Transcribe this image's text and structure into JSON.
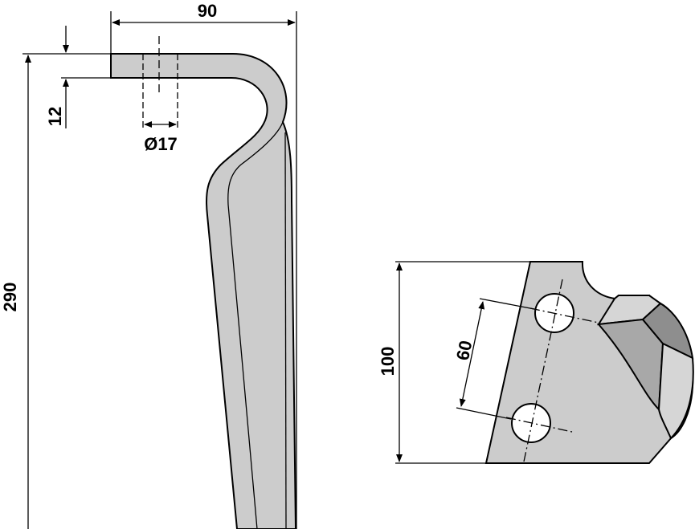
{
  "colors": {
    "steel": "#cccccc",
    "facet_mid": "#a8a8a8",
    "facet_dark": "#8e8e8e",
    "facet_light": "#d6d6d6",
    "line": "#000000"
  },
  "dimensions": {
    "width": "90",
    "length": "290",
    "thickness": "12",
    "hole_diameter": "Ø17",
    "plate_height": "100",
    "hole_spacing": "60"
  }
}
